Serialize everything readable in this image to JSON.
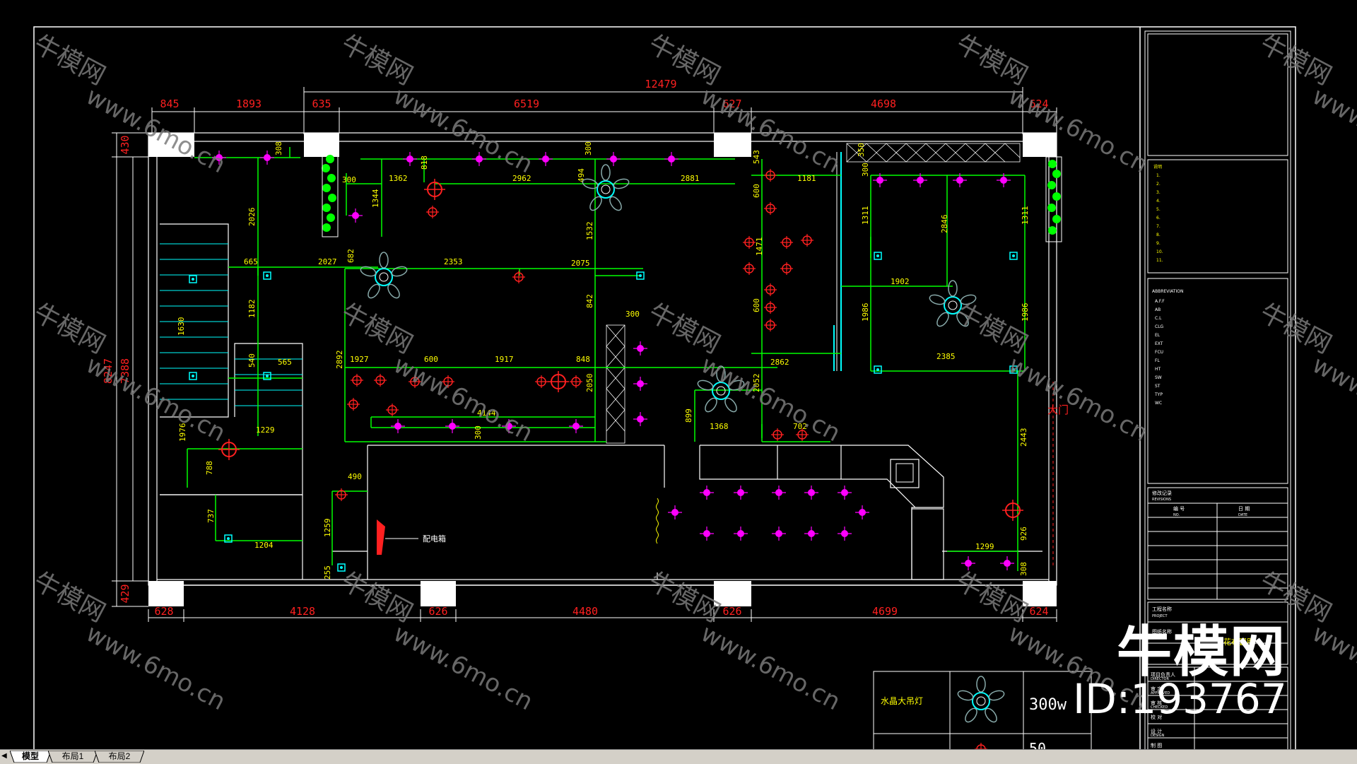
{
  "app": {
    "background": "#000000",
    "colors": {
      "frame": "#ffffff",
      "dim_red": "#ff2020",
      "dim_yellow": "#ffff00",
      "wire_green": "#00ff00",
      "light_magenta": "#ff00ff",
      "spot_cyan": "#00ffff",
      "watermark": "#7a7a7a"
    }
  },
  "drawing": {
    "top_overall": "12479",
    "top_dims": [
      "845",
      "1893",
      "635",
      "6519",
      "627",
      "4698",
      "624"
    ],
    "bottom_dims": [
      "628",
      "4128",
      "626",
      "4480",
      "626",
      "4699",
      "624"
    ],
    "left_overall": "8247",
    "left_inner": "7388",
    "left_top": "430",
    "left_bottom": "429",
    "door_label": "大门",
    "panel_label": "配电箱",
    "wire_dims": [
      "308",
      "2026",
      "300",
      "1362",
      "818",
      "2962",
      "300",
      "2881",
      "543",
      "1181",
      "600",
      "1471",
      "350",
      "300",
      "1311",
      "2846",
      "1311",
      "665",
      "2027",
      "682",
      "2353",
      "2075",
      "1182",
      "1532",
      "1344",
      "494",
      "1902",
      "842",
      "300",
      "1630",
      "540",
      "565",
      "1927",
      "2892",
      "600",
      "1917",
      "848",
      "2050",
      "2862",
      "2052",
      "600",
      "1986",
      "1986",
      "2385",
      "4144",
      "300",
      "1976",
      "1229",
      "788",
      "899",
      "1368",
      "702",
      "2443",
      "490",
      "737",
      "1259",
      "1204",
      "255",
      "1299",
      "926",
      "308"
    ]
  },
  "legend": {
    "row1_label": "水晶大吊灯",
    "row1_power": "300w",
    "row2_power": "50"
  },
  "title_block": {
    "lines_section": [
      "说明",
      "1.",
      "2.",
      "3.",
      "4.",
      "5.",
      "6.",
      "7.",
      "8.",
      "9.",
      "10.",
      "11."
    ],
    "abbr_header": "ABBREVIATION",
    "abbr_items": [
      "A.F.F",
      "AB",
      "C.L",
      "CLG",
      "EL",
      "EXT",
      "FCU",
      "FL",
      "HT",
      "SW",
      "ST",
      "TYP",
      "WC"
    ],
    "revision_header": "修改记录",
    "revision_sub": "REVISIONS",
    "revision_cols": [
      "编 号",
      "日 期"
    ],
    "revision_cols_en": [
      "NO.",
      "DATE"
    ],
    "project_label": "工程名称",
    "project_en": "PROJECT",
    "drawing_name_label": "图纸名称",
    "drawing_name_value": "天花布置图",
    "sign_items": [
      "项目负责人",
      "审 定",
      "审 核",
      "校 对",
      "设 计",
      "制 图"
    ],
    "sign_items_en": [
      "DIRECTOR",
      "APPROVED",
      "CHECKED",
      "DESIGN"
    ]
  },
  "watermark": {
    "text_cn": "牛模网",
    "text_url": "www.6mo.cn",
    "brand": "牛模网",
    "id_text": "ID:193767"
  },
  "tabs": {
    "items": [
      "模型",
      "布局1",
      "布局2"
    ],
    "active": "模型"
  }
}
